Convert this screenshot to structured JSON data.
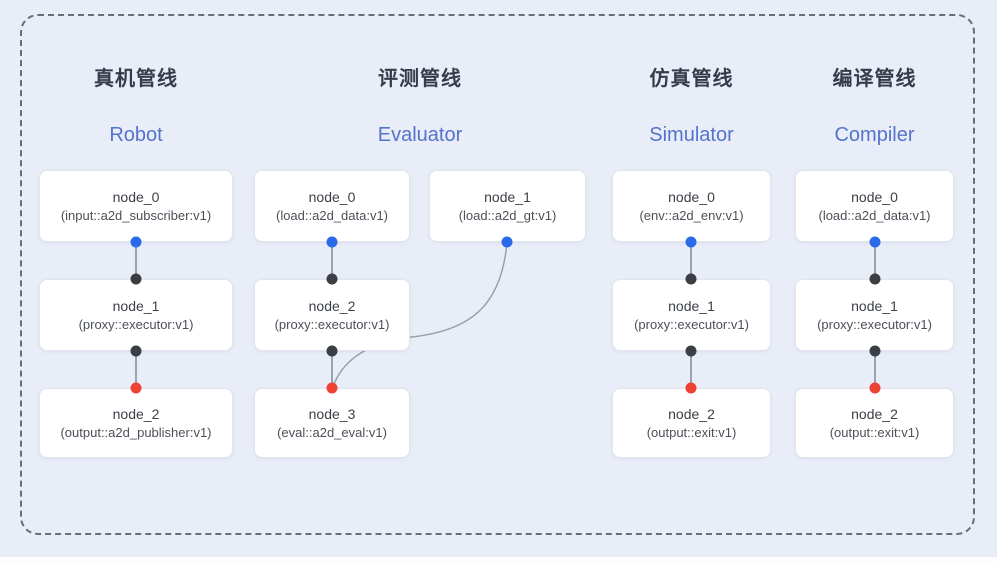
{
  "colors": {
    "background": "#e9edf8",
    "frame_dash": "#666e7b",
    "card_bg": "#ffffff",
    "card_border": "#e1e4ea",
    "title_cn": "#363d4a",
    "title_en": "#5473cd",
    "output_port_dot": "#2b6ae8",
    "input_port_dot": "#3b3e42",
    "eval_port_dot": "#ee4234",
    "connector_line": "#9aa3ad"
  },
  "pipelines": [
    {
      "title_cn": "真机管线",
      "title_en": "Robot",
      "nodes": [
        {
          "name": "node_0",
          "type": "(input::a2d_subscriber:v1)"
        },
        {
          "name": "node_1",
          "type": "(proxy::executor:v1)"
        },
        {
          "name": "node_2",
          "type": "(output::a2d_publisher:v1)"
        }
      ]
    },
    {
      "title_cn": "评测管线",
      "title_en": "Evaluator",
      "nodes": [
        {
          "name": "node_0",
          "type": "(load::a2d_data:v1)"
        },
        {
          "name": "node_1",
          "type": "(load::a2d_gt:v1)"
        },
        {
          "name": "node_2",
          "type": "(proxy::executor:v1)"
        },
        {
          "name": "node_3",
          "type": "(eval::a2d_eval:v1)"
        }
      ]
    },
    {
      "title_cn": "仿真管线",
      "title_en": "Simulator",
      "nodes": [
        {
          "name": "node_0",
          "type": "(env::a2d_env:v1)"
        },
        {
          "name": "node_1",
          "type": "(proxy::executor:v1)"
        },
        {
          "name": "node_2",
          "type": "(output::exit:v1)"
        }
      ]
    },
    {
      "title_cn": "编译管线",
      "title_en": "Compiler",
      "nodes": [
        {
          "name": "node_0",
          "type": "(load::a2d_data:v1)"
        },
        {
          "name": "node_1",
          "type": "(proxy::executor:v1)"
        },
        {
          "name": "node_2",
          "type": "(output::exit:v1)"
        }
      ]
    }
  ]
}
